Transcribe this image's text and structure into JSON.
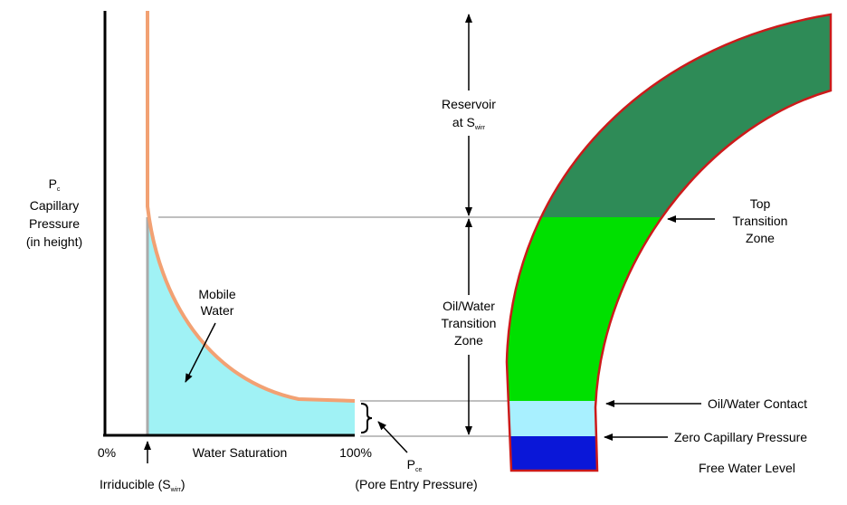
{
  "graph": {
    "y_label": {
      "symbol": "P",
      "subscript": "c",
      "lines": [
        "Capillary",
        "Pressure",
        "(in height)"
      ]
    },
    "x_label": "Water Saturation",
    "x_min_label": "0%",
    "x_max_label": "100%",
    "mobile_water": [
      "Mobile",
      "Water"
    ],
    "irreducible": {
      "text": "Irriducible (S",
      "subscript": "wirr",
      "close": ")"
    },
    "entry_pressure": {
      "symbol": "P",
      "subscript": "ce",
      "caption": "(Pore Entry Pressure)"
    }
  },
  "zones": {
    "reservoir": {
      "line1": "Reservoir",
      "line2_prefix": "at S",
      "line2_sub": "wirr"
    },
    "transition": [
      "Oil/Water",
      "Transition",
      "Zone"
    ],
    "top_transition": [
      "Top",
      "Transition",
      "Zone"
    ],
    "oil_water_contact": "Oil/Water Contact",
    "zero_capillary": "Zero Capillary Pressure",
    "free_water_level": "Free Water Level"
  },
  "colors": {
    "reservoir": "#2e8b57",
    "transition": "#00e000",
    "contact_band": "#a8f0ff",
    "free_water": "#0a17d8",
    "mobile_water": "#a0f2f5",
    "pc_curve": "#f2a173",
    "outline": "#cc1a1a",
    "guide": "#aaaaaa"
  }
}
